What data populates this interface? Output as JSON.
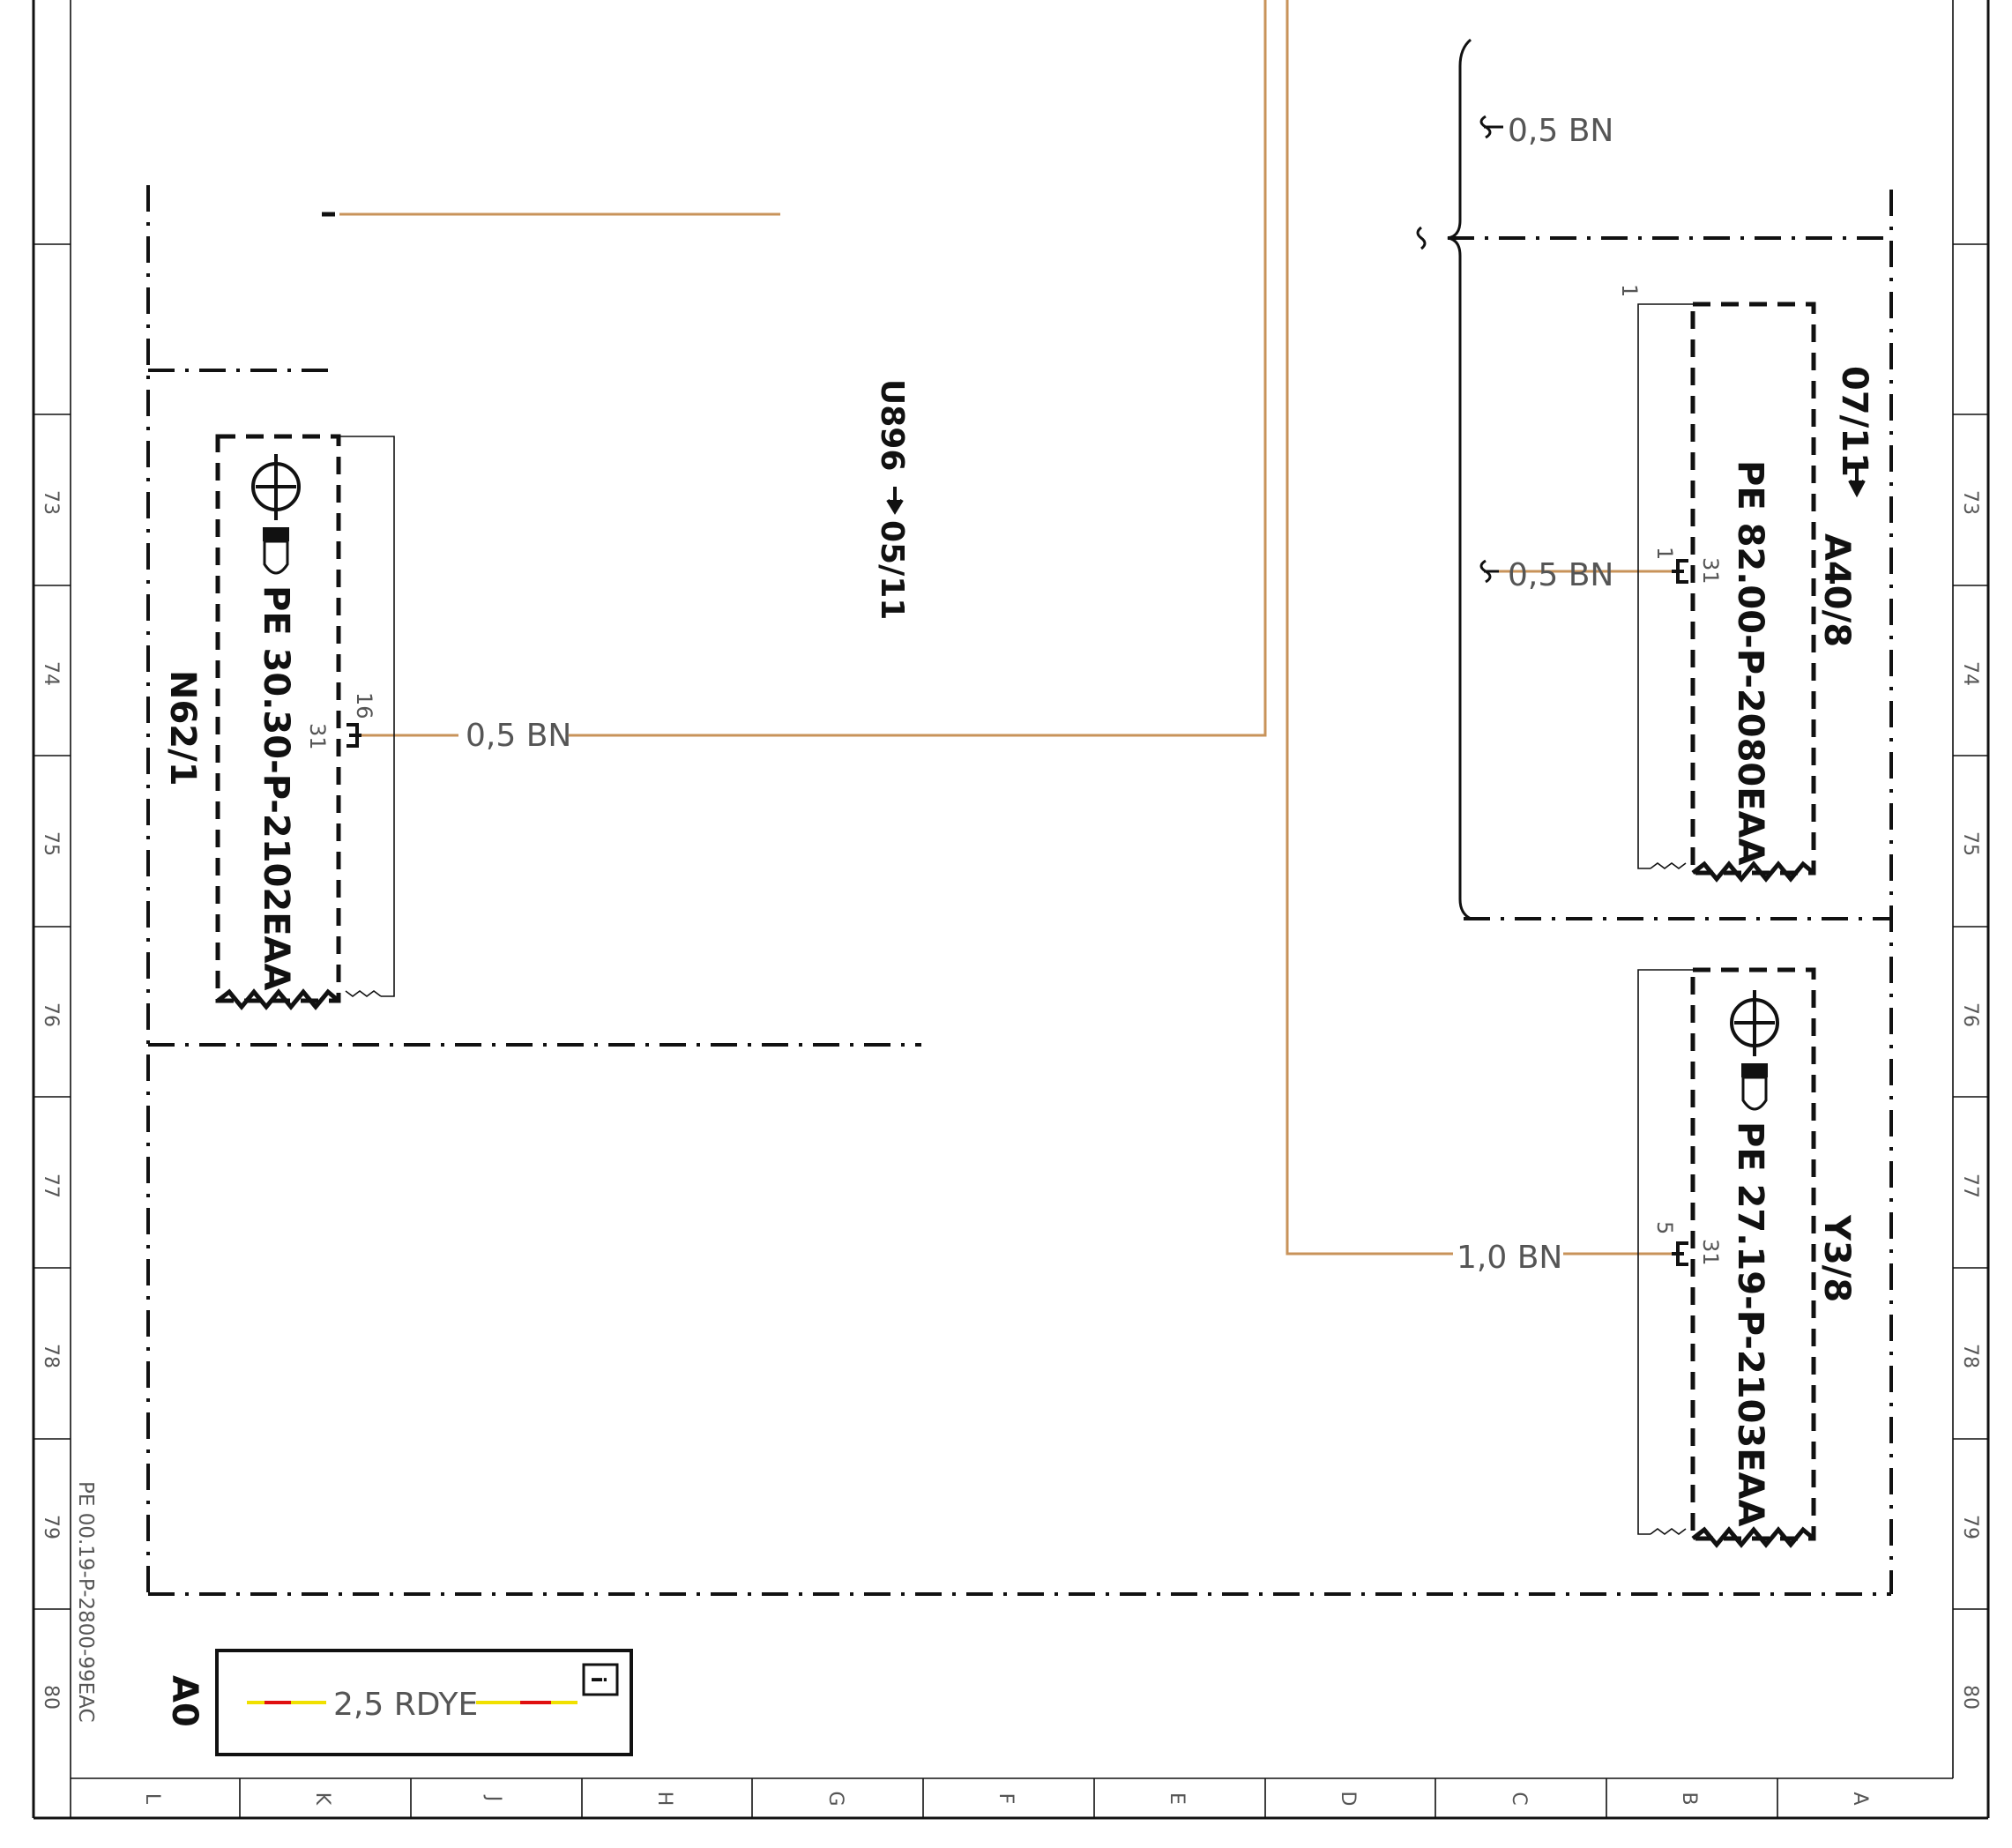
{
  "wire_color": "#c8935a",
  "drawing_number": "PE 00.19-P-2800-99EAC",
  "ruler": {
    "row_numbers": [
      "73",
      "74",
      "75",
      "76",
      "77",
      "78",
      "79",
      "80"
    ],
    "column_letters": [
      "L",
      "K",
      "J",
      "H",
      "G",
      "F",
      "E",
      "D",
      "C",
      "B",
      "A"
    ]
  },
  "components": {
    "n62_1": {
      "label": "N62/1",
      "doc_ref": "PE 30.30-P-2102EAA",
      "pin": "31",
      "connector_pin": "16",
      "wire": "0,5 BN",
      "icons": [
        "transistor-icon",
        "pointing-hand-icon"
      ]
    },
    "a40_8": {
      "label": "A40/8",
      "doc_ref": "PE 82.00-P-2080EAA",
      "pin": "31",
      "connector_pin": "1",
      "connector_pin_top": "1",
      "wire": "0,5 BN",
      "cross_ref": "07/11"
    },
    "y3_8": {
      "label": "Y3/8",
      "doc_ref": "PE 27.19-P-2103EAA",
      "pin": "31",
      "connector_pin": "5",
      "wire": "1,0 BN",
      "icons": [
        "transistor-icon",
        "pointing-hand-icon"
      ]
    }
  },
  "ground_point": {
    "label": "U896",
    "cross_ref": "05/11"
  },
  "bundle_wire_top": "0,5 BN",
  "legend": {
    "label": "A0",
    "wire": "2,5 RDYE",
    "colors": [
      "#e01010",
      "#f0e000"
    ],
    "icon": "info-icon"
  }
}
